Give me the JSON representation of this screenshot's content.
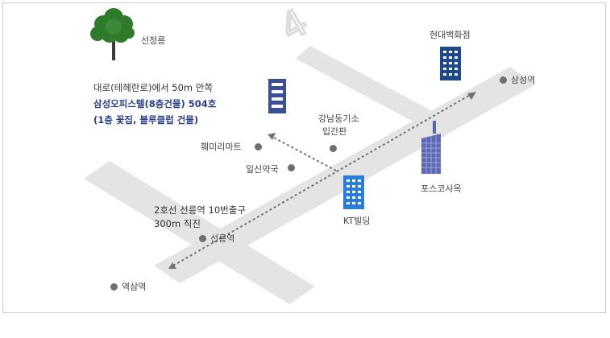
{
  "map": {
    "road_number": "4",
    "description": {
      "line1": "대로(테헤란로)에서 50m 안쪽",
      "line2": "삼성오피스텔(8층건물) 504호",
      "line3": "(1층 꽃집, 블루클럽 건물)"
    },
    "exit_note": {
      "line1": "2호선 선릉역 10번출구",
      "line2": "300m 직진"
    },
    "landmarks": {
      "seonjeongneung": "선정릉",
      "hyundai": "현대백화점",
      "samseong_station": "삼성역",
      "gangnam_billboard_line1": "강남등기소",
      "gangnam_billboard_line2": "입간판",
      "hwemiri": "훼미리마트",
      "ilsin": "일신약국",
      "kt": "KT빌딩",
      "posco": "포스코사옥",
      "seolleung": "선릉역",
      "yeoksam": "역삼역"
    },
    "colors": {
      "road": "#e4e4e4",
      "route": "#737373",
      "office_building": "#3b4f98",
      "hyundai_building": "#1f4a8a",
      "kt_building": "#2c7dd6",
      "posco_building": "#5d68b3",
      "tree": "#2f7a2c"
    }
  }
}
